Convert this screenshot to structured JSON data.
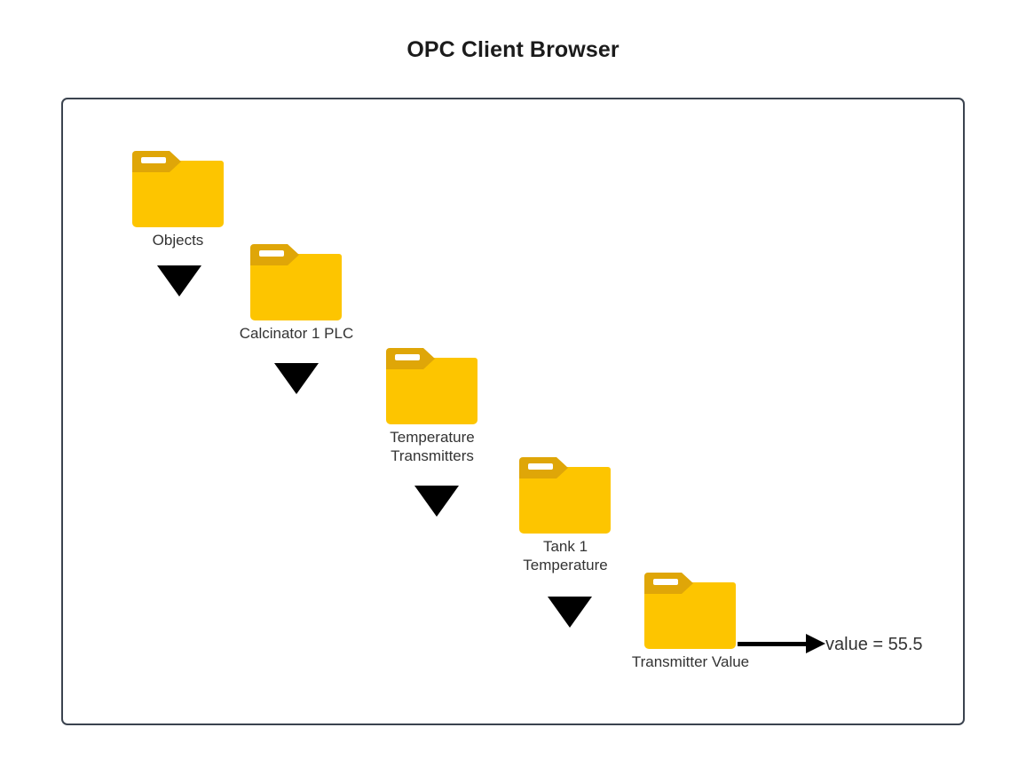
{
  "page": {
    "title": "OPC Client Browser",
    "background_color": "#ffffff",
    "frame_border_color": "#3b434f"
  },
  "palette": {
    "folder_body": "#fdc500",
    "folder_tab": "#dfa608",
    "folder_slot": "#ffffff",
    "arrow": "#000000",
    "label_text": "#333333",
    "title_text": "#1b1b1b"
  },
  "diagram": {
    "type": "hierarchy-chain",
    "nodes": [
      {
        "id": "objects",
        "icon": "folder-icon",
        "label": "Objects"
      },
      {
        "id": "calcinator-1-plc",
        "icon": "folder-icon",
        "label": "Calcinator 1 PLC"
      },
      {
        "id": "temperature-transmitters",
        "icon": "folder-icon",
        "label": "Temperature\nTransmitters"
      },
      {
        "id": "tank-1-temperature",
        "icon": "folder-icon",
        "label": "Tank 1\nTemperature"
      },
      {
        "id": "transmitter-value",
        "icon": "folder-icon",
        "label": "Transmitter Value"
      }
    ],
    "connectors": [
      {
        "from": "objects",
        "to": "calcinator-1-plc",
        "icon": "arrow-down-icon"
      },
      {
        "from": "calcinator-1-plc",
        "to": "temperature-transmitters",
        "icon": "arrow-down-icon"
      },
      {
        "from": "temperature-transmitters",
        "to": "tank-1-temperature",
        "icon": "arrow-down-icon"
      },
      {
        "from": "tank-1-temperature",
        "to": "transmitter-value",
        "icon": "arrow-down-icon"
      }
    ],
    "annotation": {
      "icon": "arrow-right-icon",
      "text": "value = 55.5"
    }
  }
}
